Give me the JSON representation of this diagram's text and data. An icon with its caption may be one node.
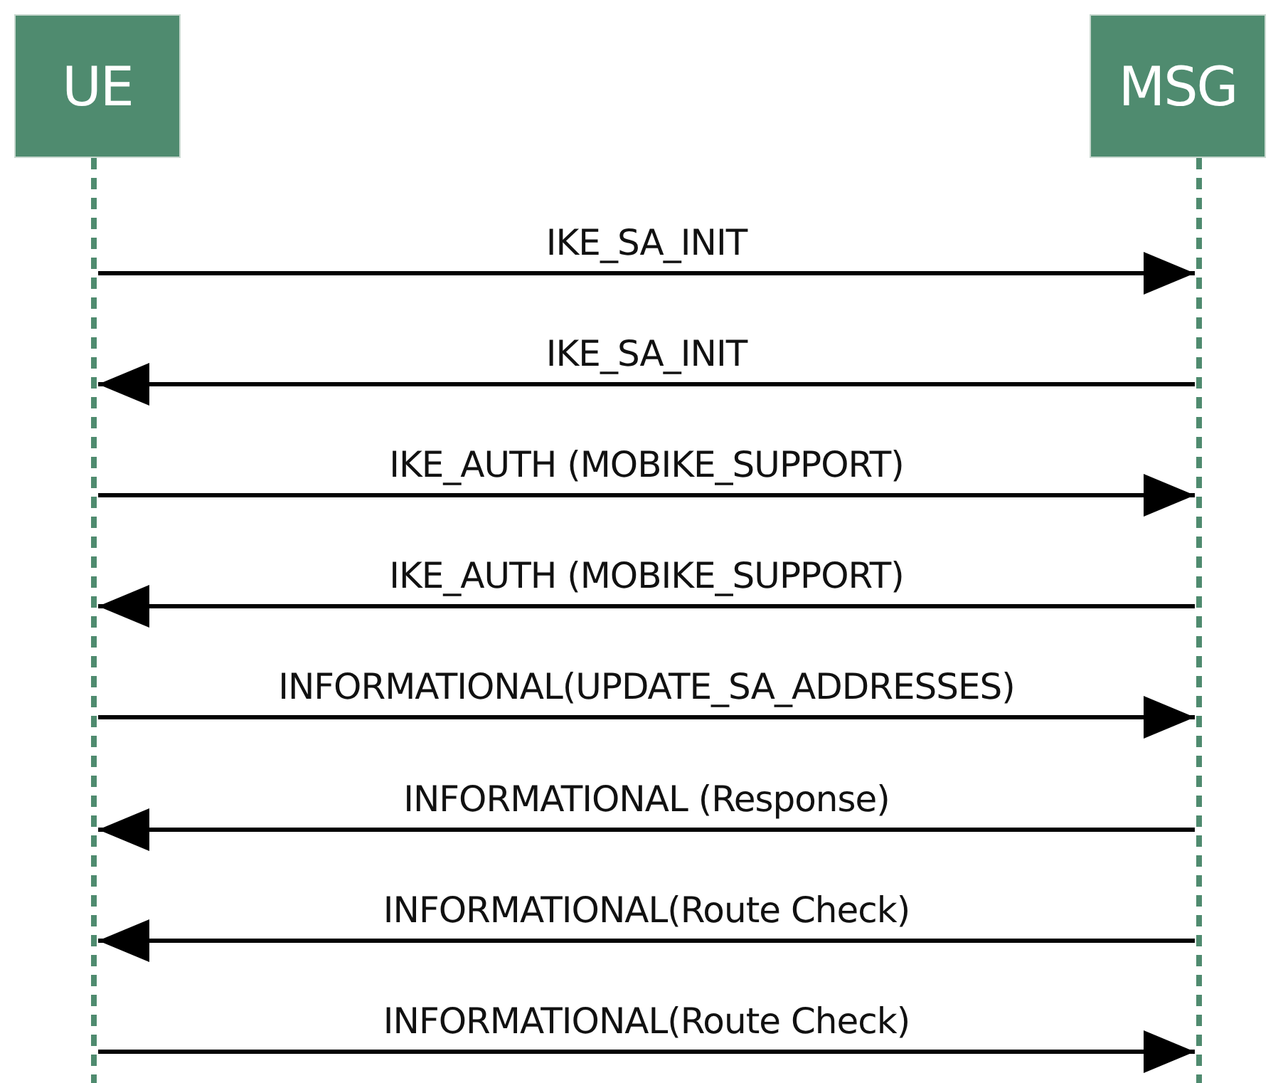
{
  "diagram": {
    "nodes": [
      {
        "text": [
          "UE"
        ]
      },
      {
        "text": [
          "MSG"
        ]
      }
    ],
    "edges": [
      {
        "from": 0,
        "to": 1,
        "arrow": "to",
        "label": "IKE_SA_INIT"
      },
      {
        "from": 1,
        "to": 0,
        "arrow": "to",
        "label": "IKE_SA_INIT"
      },
      {
        "from": 0,
        "to": 1,
        "arrow": "to",
        "label": "IKE_AUTH (MOBIKE_SUPPORT)"
      },
      {
        "from": 1,
        "to": 0,
        "arrow": "to",
        "label": "IKE_AUTH (MOBIKE_SUPPORT)"
      },
      {
        "from": 0,
        "to": 1,
        "arrow": "to",
        "label": "INFORMATIONAL(UPDATE_SA_ADDRESSES)"
      },
      {
        "from": 1,
        "to": 0,
        "arrow": "to",
        "label": "INFORMATIONAL (Response)"
      },
      {
        "from": 1,
        "to": 0,
        "arrow": "to",
        "label": "INFORMATIONAL(Route Check)"
      },
      {
        "from": 0,
        "to": 1,
        "arrow": "to",
        "label": "INFORMATIONAL(Route Check)"
      }
    ]
  }
}
